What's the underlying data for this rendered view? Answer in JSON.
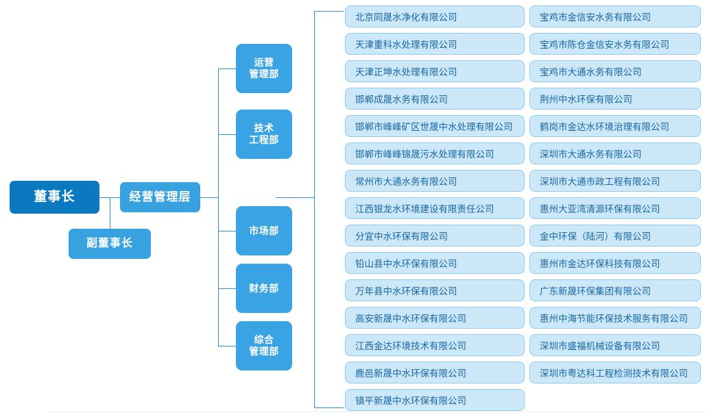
{
  "diagram": {
    "type": "organization-chart",
    "colors": {
      "chairman_fill": "#0b79c0",
      "node_fill": "#38a1e0",
      "department_fill": "#3aa3e3",
      "subsidiary_fill": "#cce7f7",
      "subsidiary_border": "#8fcbeb",
      "subsidiary_text": "#1767a8",
      "connector": "#2f92d8"
    },
    "executives": {
      "chairman": "董事长",
      "vice_chairman": "副董事长",
      "management": "经营管理层"
    },
    "departments": [
      {
        "line1": "运营",
        "line2": "管理部"
      },
      {
        "line1": "技术",
        "line2": "工程部"
      },
      {
        "line1": "市场部",
        "line2": ""
      },
      {
        "line1": "财务部",
        "line2": ""
      },
      {
        "line1": "综合",
        "line2": "管理部"
      }
    ],
    "subsidiaries_left": [
      "北京同晟水净化有限公司",
      "天津重科水处理有限公司",
      "天津正坤水处理有限公司",
      "邯郸成晟水务有限公司",
      "邯郸市峰峰矿区世晟中水处理有限公司",
      "邯郸市峰峰锦晟污水处理有限公司",
      "常州市大通水务有限公司",
      "江西银龙水环境建设有限责任公司",
      "分宜中水环保有限公司",
      "铅山县中水环保有限公司",
      "万年县中水环保有限公司",
      "高安新晟中水环保有限公司",
      "江西金达环境技术有限公司",
      "鹿邑新晟中水环保有限公司",
      "镇平新晟中水环保有限公司"
    ],
    "subsidiaries_right": [
      "宝鸡市金信安水务有限公司",
      "宝鸡市陈仓金信安水务有限公司",
      "宝鸡市大通水务有限公司",
      "荆州中水环保有限公司",
      "鹤岗市金达水环境治理有限公司",
      "深圳市大通水务有限公司",
      "深圳市大通市政工程有限公司",
      "惠州大亚湾清源环保有限公司",
      "金中环保（陆河）有限公司",
      "惠州市金达环保科技有限公司",
      "广东新晟环保集团有限公司",
      "惠州中海节能环保技术服务有限公司",
      "深圳市盛福机械设备有限公司",
      "深圳市粤达科工程检测技术有限公司"
    ]
  }
}
